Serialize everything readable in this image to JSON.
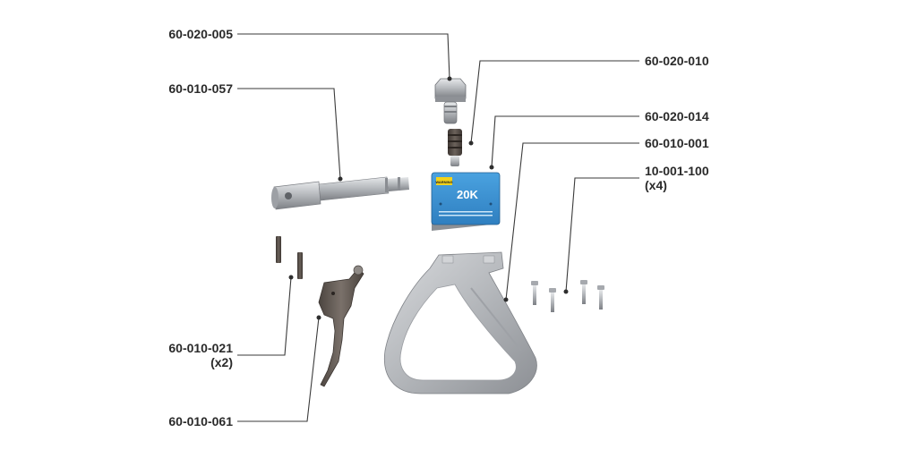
{
  "parts": {
    "p1": {
      "number": "60-020-005"
    },
    "p2": {
      "number": "60-020-010"
    },
    "p3": {
      "number": "60-010-057"
    },
    "p4": {
      "number": "60-020-014"
    },
    "p5": {
      "number": "60-010-001"
    },
    "p6": {
      "number": "10-001-100",
      "qty": "(x4)"
    },
    "p7": {
      "number": "60-010-021",
      "qty": "(x2)"
    },
    "p8": {
      "number": "60-010-061"
    }
  },
  "pump_label": {
    "model": "20K",
    "warning": "WARNING"
  },
  "colors": {
    "pump_body": "#3a8fd0",
    "metal": "#b9bcc0",
    "dark_metal": "#5a524c",
    "leader": "#3a3a3a"
  }
}
